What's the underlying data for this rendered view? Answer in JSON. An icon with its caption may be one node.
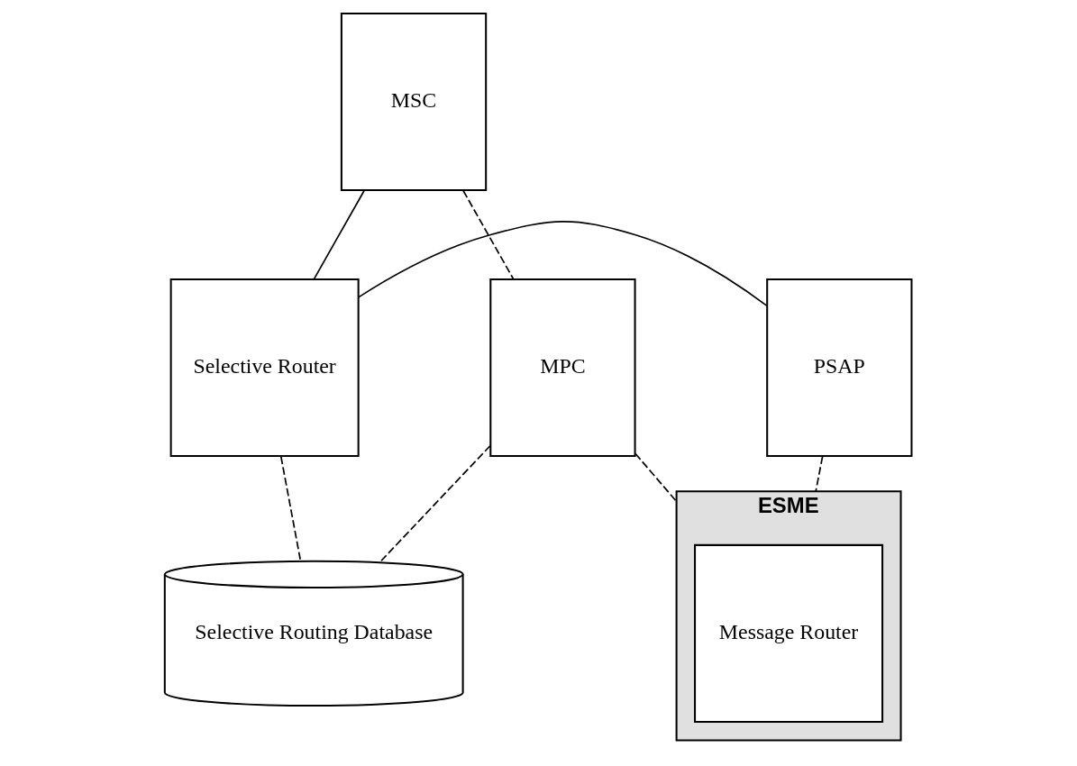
{
  "diagram": {
    "nodes": [
      {
        "text": [
          "MSC"
        ]
      },
      {
        "text": [
          "MPC"
        ]
      },
      {
        "text": [
          "Selective Router"
        ]
      },
      {
        "text": [
          "PSAP"
        ]
      },
      {
        "text": [
          "Selective Routing Database"
        ]
      },
      {
        "text": [
          "ESME"
        ]
      },
      {
        "text": [
          "Message Router"
        ],
        "in": 5
      }
    ],
    "edges": [
      {
        "from": 0,
        "to": 1,
        "arrow": "none",
        "style": "dashed"
      },
      {
        "from": 0,
        "to": 2,
        "arrow": "none"
      },
      {
        "from": 2,
        "to": 3,
        "arrow": "none"
      },
      {
        "from": 1,
        "to": 4,
        "arrow": "none",
        "style": "dashed"
      },
      {
        "from": 2,
        "to": 4,
        "arrow": "none",
        "style": "dashed"
      },
      {
        "from": 1,
        "to": 5,
        "arrow": "none",
        "style": "dashed"
      },
      {
        "from": 3,
        "to": 5,
        "arrow": "none",
        "style": "dashed"
      }
    ]
  }
}
